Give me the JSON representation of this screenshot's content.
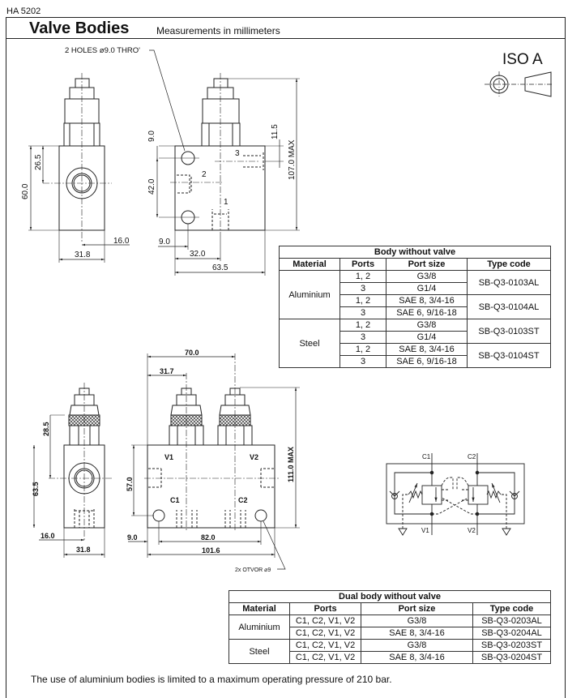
{
  "doc_id": "HA 5202",
  "header": {
    "title": "Valve Bodies",
    "subtitle": "Measurements in millimeters"
  },
  "projection": {
    "label": "ISO A",
    "icon": "first-angle-projection-icon"
  },
  "single_body_drawing": {
    "holes_note": "2 HOLES ø9.0 THRO'",
    "dims": {
      "d60": "60.0",
      "d26_5": "26.5",
      "d16": "16.0",
      "d31_8": "31.8",
      "d9a": "9.0",
      "d42": "42.0",
      "d9b": "9.0",
      "d32": "32.0",
      "d63_5": "63.5",
      "d11_5": "11.5",
      "d107": "107.0 MAX"
    },
    "ports": {
      "p1": "1",
      "p2": "2",
      "p3": "3"
    }
  },
  "dual_body_drawing": {
    "holes_note": "2x OTVOR ⌀9",
    "dims": {
      "d63_5": "63.5",
      "d28_5": "28.5",
      "d16": "16.0",
      "d31_8": "31.8",
      "d70": "70.0",
      "d31_7": "31.7",
      "d57": "57.0",
      "d111": "111.0 MAX",
      "d9": "9.0",
      "d82": "82.0",
      "d101_6": "101.6"
    },
    "ports": {
      "v1": "V1",
      "v2": "V2",
      "c1": "C1",
      "c2": "C2"
    }
  },
  "schematic": {
    "c1": "C1",
    "c2": "C2",
    "v1": "V1",
    "v2": "V2"
  },
  "table_single": {
    "title": "Body without valve",
    "columns": [
      "Material",
      "Ports",
      "Port size",
      "Type code"
    ],
    "groups": [
      {
        "material": "Aluminium",
        "rows": [
          {
            "ports": "1, 2",
            "size": "G3/8"
          },
          {
            "ports": "3",
            "size": "G1/4"
          },
          {
            "ports": "1, 2",
            "size": "SAE 8, 3/4-16"
          },
          {
            "ports": "3",
            "size": "SAE 6, 9/16-18"
          }
        ],
        "codes": [
          "SB-Q3-0103AL",
          "SB-Q3-0104AL"
        ]
      },
      {
        "material": "Steel",
        "rows": [
          {
            "ports": "1, 2",
            "size": "G3/8"
          },
          {
            "ports": "3",
            "size": "G1/4"
          },
          {
            "ports": "1, 2",
            "size": "SAE 8, 3/4-16"
          },
          {
            "ports": "3",
            "size": "SAE 6, 9/16-18"
          }
        ],
        "codes": [
          "SB-Q3-0103ST",
          "SB-Q3-0104ST"
        ]
      }
    ]
  },
  "table_dual": {
    "title": "Dual body without valve",
    "columns": [
      "Material",
      "Ports",
      "Port size",
      "Type code"
    ],
    "groups": [
      {
        "material": "Aluminium",
        "rows": [
          {
            "ports": "C1, C2, V1, V2",
            "size": "G3/8",
            "code": "SB-Q3-0203AL"
          },
          {
            "ports": "C1, C2, V1, V2",
            "size": "SAE 8, 3/4-16",
            "code": "SB-Q3-0204AL"
          }
        ]
      },
      {
        "material": "Steel",
        "rows": [
          {
            "ports": "C1, C2, V1, V2",
            "size": "G3/8",
            "code": "SB-Q3-0203ST"
          },
          {
            "ports": "C1, C2, V1, V2",
            "size": "SAE 8, 3/4-16",
            "code": "SB-Q3-0204ST"
          }
        ]
      }
    ]
  },
  "footer": "The use of aluminium bodies is limited to a maximum operating pressure of 210 bar."
}
